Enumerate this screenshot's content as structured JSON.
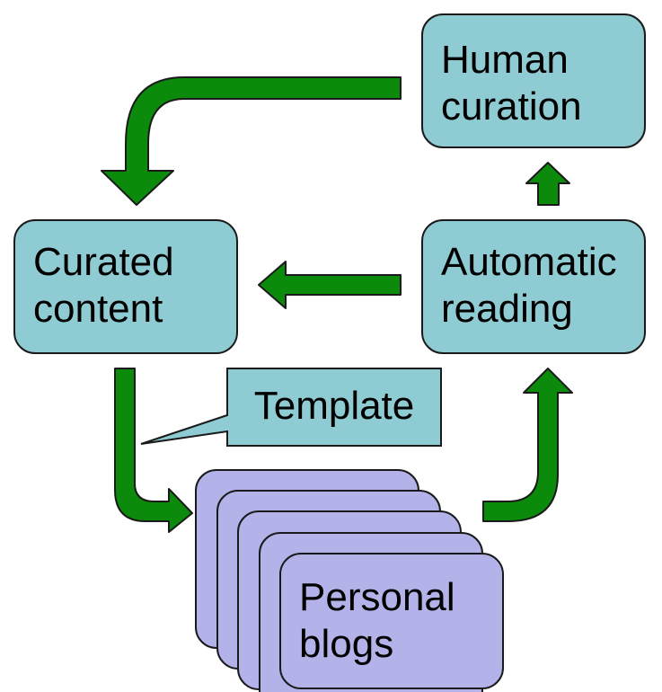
{
  "nodes": {
    "human_curation": {
      "line1": "Human",
      "line2": "curation"
    },
    "curated_content": {
      "line1": "Curated",
      "line2": "content"
    },
    "automatic_reading": {
      "line1": "Automatic",
      "line2": "reading"
    },
    "personal_blogs": {
      "line1": "Personal",
      "line2": "blogs"
    }
  },
  "callout": {
    "label": "Template"
  },
  "colors": {
    "box_fill": "#8ecbd2",
    "blog_fill": "#b3b3ea",
    "arrow_fill": "#0b8a0b",
    "outline": "#1a1a1a"
  }
}
